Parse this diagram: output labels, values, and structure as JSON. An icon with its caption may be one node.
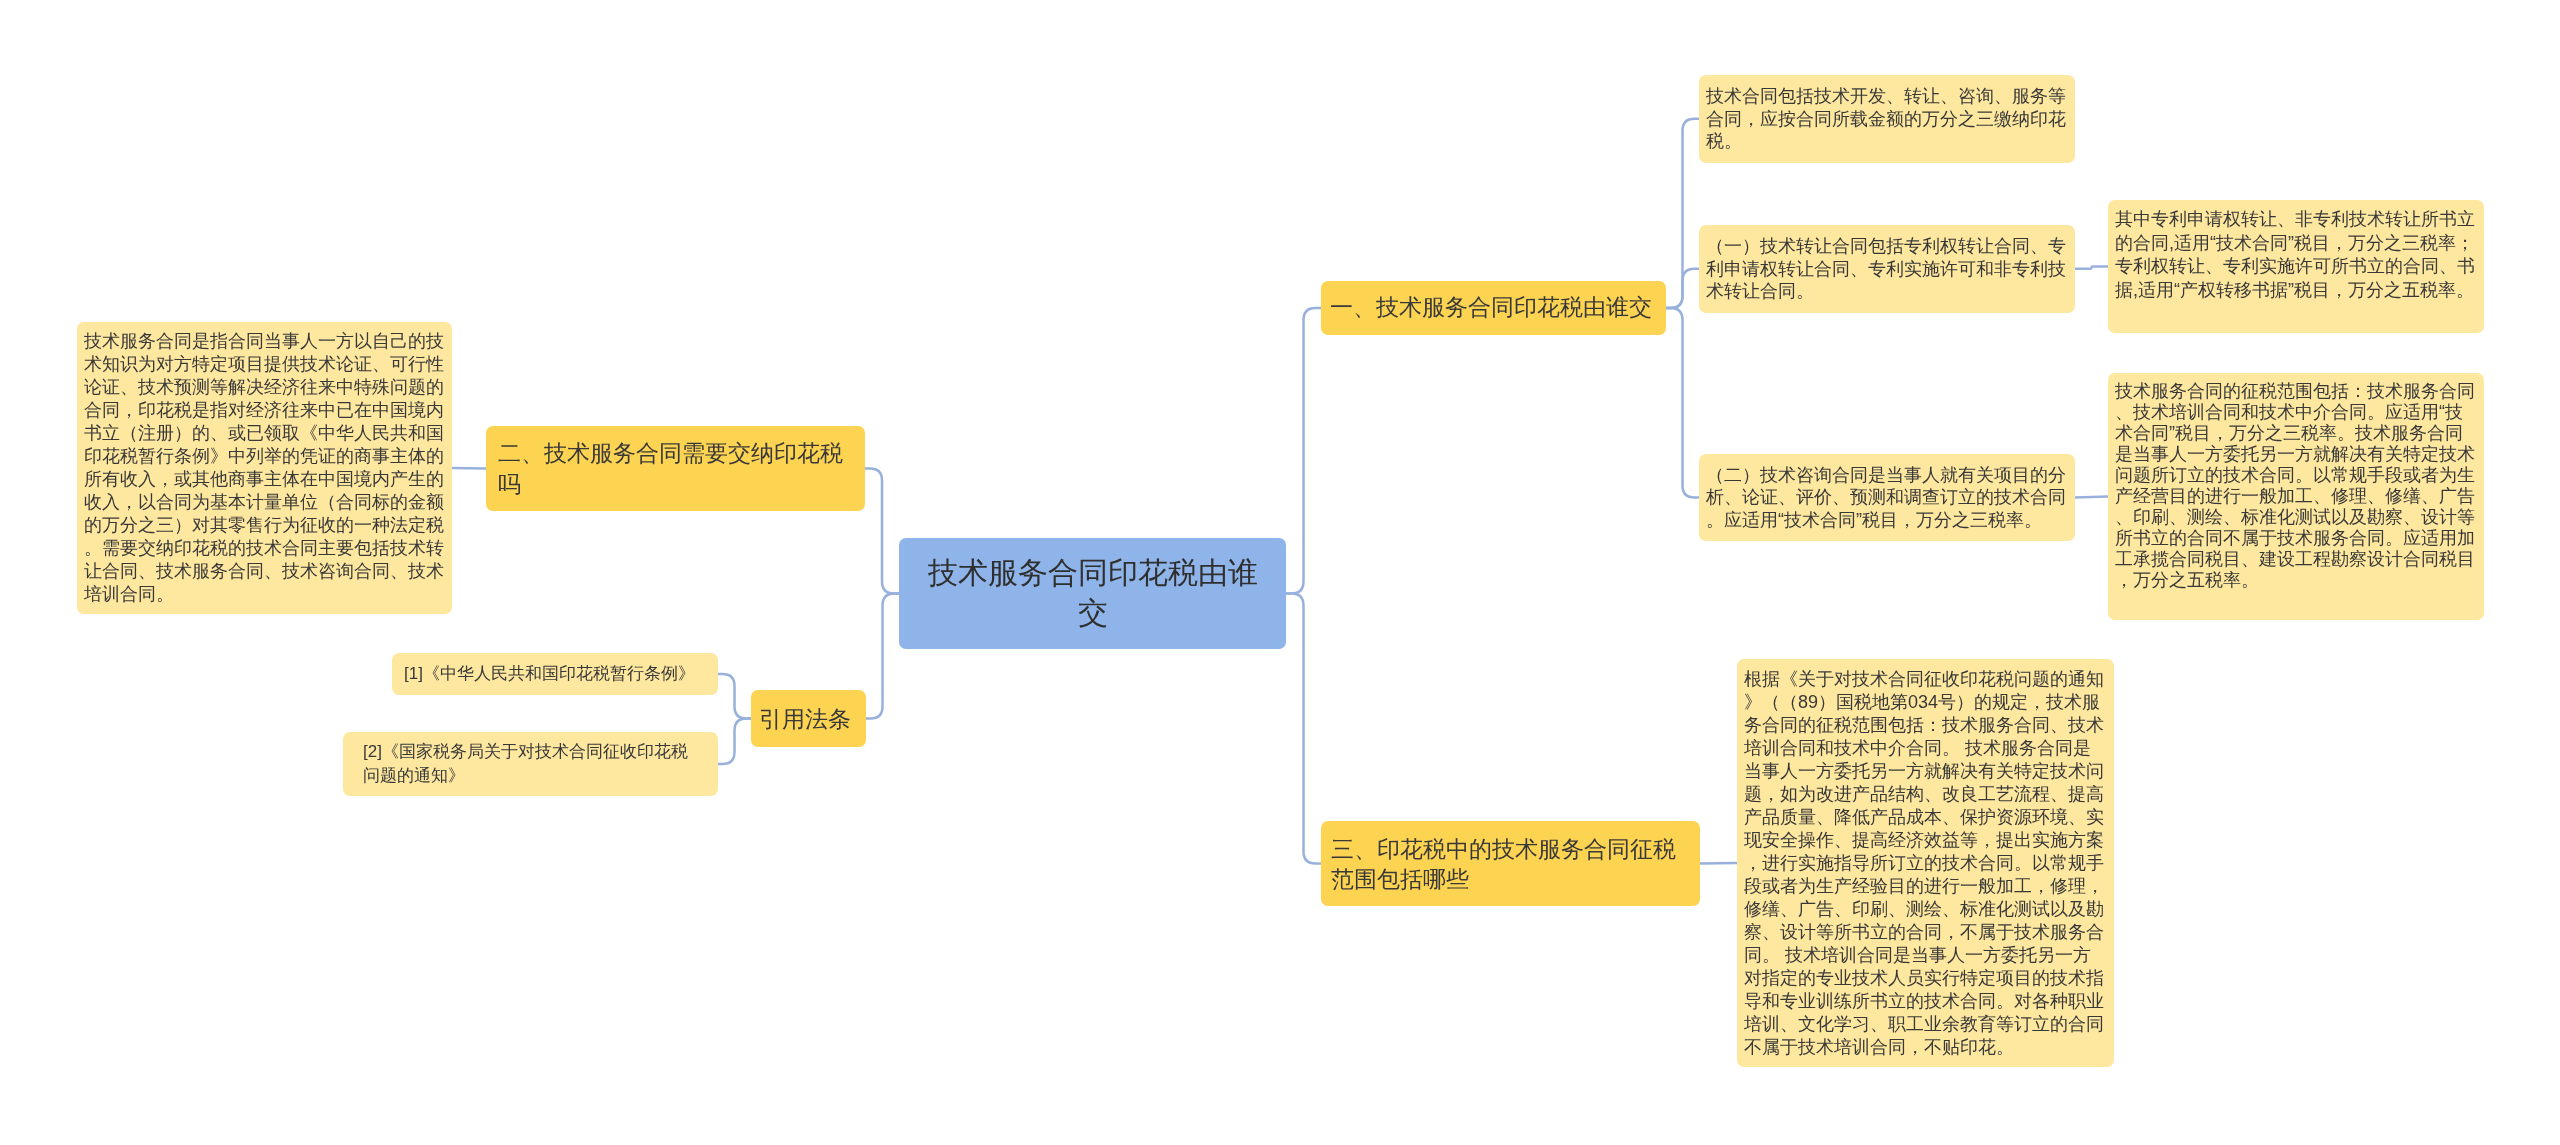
{
  "diagram": {
    "nodes": [
      {
        "text": [
          "技术服务合同印花税由谁交"
        ]
      },
      {
        "text": [
          "一、技术服务合同印花税由谁交"
        ]
      },
      {
        "text": [
          "技术合同包括技术开发、转让、咨询、服务等合同，应按合同所载金额的万分之三缴纳印花税。"
        ]
      },
      {
        "text": [
          "（一）技术转让合同包括专利权转让合同、专利申请权转让合同、专利实施许可和非专利技术转让合同。"
        ]
      },
      {
        "text": [
          "其中专利申请权转让、非专利技术转让所书立的合同,适用“技术合同”税目，万分之三税率；专利权转让、专利实施许可所书立的合同、书据,适用“产权转移书据”税目，万分之五税率。"
        ]
      },
      {
        "text": [
          "（二）技术咨询合同是当事人就有关项目的分析、论证、评价、预测和调查订立的技术合同。应适用“技术合同”税目，万分之三税率。"
        ]
      },
      {
        "text": [
          "技术服务合同的征税范围包括：技术服务合同、技术培训合同和技术中介合同。应适用“技术合同”税目，万分之三税率。技术服务合同是当事人一方委托另一方就解决有关特定技术问题所订立的技术合同。以常规手段或者为生产经营目的进行一般加工、修理、修缮、广告、印刷、测绘、标准化测试以及勘察、设计等所书立的合同不属于技术服务合同。应适用加工承揽合同税目、建设工程勘察设计合同税目，万分之五税率。"
        ]
      },
      {
        "text": [
          "三、印花税中的技术服务合同征税范围包括哪些"
        ]
      },
      {
        "text": [
          "根据《关于对技术合同征收印花税问题的通知》（（89）国税地第034号）的规定，技术服务合同的征税范围包括：技术服务合同、技术培训合同和技术中介合同。 技术服务合同是当事人一方委托另一方就解决有关特定技术问题，如为改进产品结构、改良工艺流程、提高产品质量、降低产品成本、保护资源环境、实现安全操作、提高经济效益等，提出实施方案，进行实施指导所订立的技术合同。以常规手段或者为生产经验目的进行一般加工，修理，修缮、广告、印刷、测绘、标准化测试以及勘察、设计等所书立的合同，不属于技术服务合同。 技术培训合同是当事人一方委托另一方对指定的专业技术人员实行特定项目的技术指导和专业训练所书立的技术合同。对各种职业培训、文化学习、职工业余教育等订立的合同不属于技术培训合同，不贴印花。"
        ]
      },
      {
        "text": [
          "二、技术服务合同需要交纳印花税吗"
        ]
      },
      {
        "text": [
          "技术服务合同是指合同当事人一方以自己的技术知识为对方特定项目提供技术论证、可行性论证、技术预测等解决经济往来中特殊问题的合同，印花税是指对经济往来中已在中国境内书立（注册）的、或已领取《中华人民共和国印花税暂行条例》中列举的凭证的商事主体的所有收入，或其他商事主体在中国境内产生的收入，以合同为基本计量单位（合同标的金额的万分之三）对其零售行为征收的一种法定税。需要交纳印花税的技术合同主要包括技术转让合同、技术服务合同、技术咨询合同、技术培训合同。"
        ]
      },
      {
        "text": [
          "引用法条"
        ]
      },
      {
        "text": [
          "[1]《中华人民共和国印花税暂行条例》"
        ]
      },
      {
        "text": [
          "[2]《国家税务局关于对技术合同征收印花税问题的通知》"
        ]
      }
    ],
    "edges": [
      {
        "from": 0,
        "to": 1,
        "arrow": "none"
      },
      {
        "from": 1,
        "to": 2,
        "arrow": "none"
      },
      {
        "from": 1,
        "to": 3,
        "arrow": "none"
      },
      {
        "from": 3,
        "to": 4,
        "arrow": "none"
      },
      {
        "from": 1,
        "to": 5,
        "arrow": "none"
      },
      {
        "from": 5,
        "to": 6,
        "arrow": "none"
      },
      {
        "from": 0,
        "to": 7,
        "arrow": "none"
      },
      {
        "from": 7,
        "to": 8,
        "arrow": "none"
      },
      {
        "from": 0,
        "to": 9,
        "arrow": "none"
      },
      {
        "from": 9,
        "to": 10,
        "arrow": "none"
      },
      {
        "from": 0,
        "to": 11,
        "arrow": "none"
      },
      {
        "from": 11,
        "to": 12,
        "arrow": "none"
      },
      {
        "from": 11,
        "to": 13,
        "arrow": "none"
      }
    ]
  }
}
